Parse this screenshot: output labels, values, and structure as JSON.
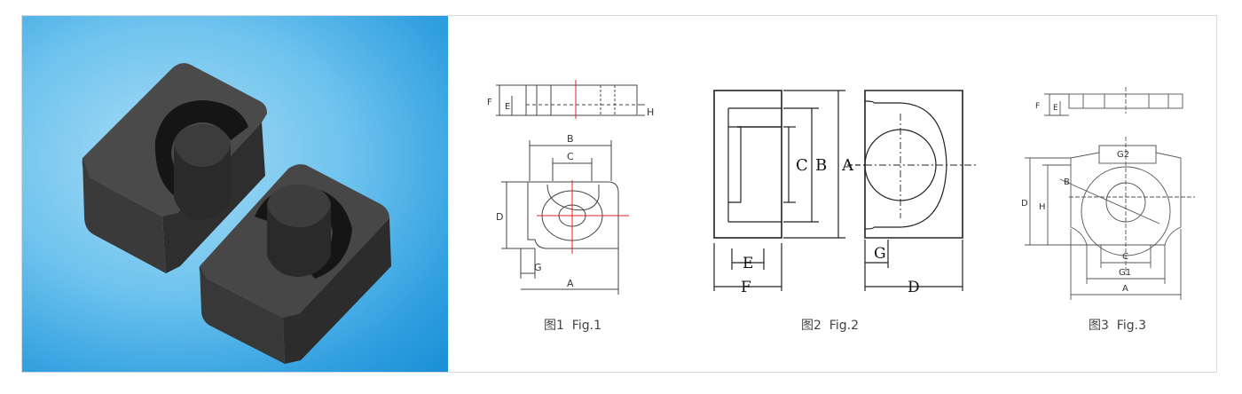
{
  "captions": {
    "fig1": "图1  Fig.1",
    "fig2": "图2  Fig.2",
    "fig3": "图3  Fig.3"
  },
  "fig1_labels": {
    "F": "F",
    "E": "E",
    "H": "H",
    "B": "B",
    "C": "C",
    "D": "D",
    "G": "G",
    "A": "A"
  },
  "fig2_labels": {
    "C": "C",
    "B": "B",
    "A": "A",
    "E": "E",
    "F": "F",
    "G": "G",
    "D": "D"
  },
  "fig3_labels": {
    "F": "F",
    "E": "E",
    "G2": "G2",
    "B": "B",
    "D": "D",
    "H": "H",
    "C": "C",
    "G1": "G1",
    "A": "A"
  },
  "colors": {
    "background_gradient": [
      "#a9dcf5",
      "#1a8fd6"
    ],
    "core": "#3b3b3b",
    "centerline": "#e02020"
  }
}
